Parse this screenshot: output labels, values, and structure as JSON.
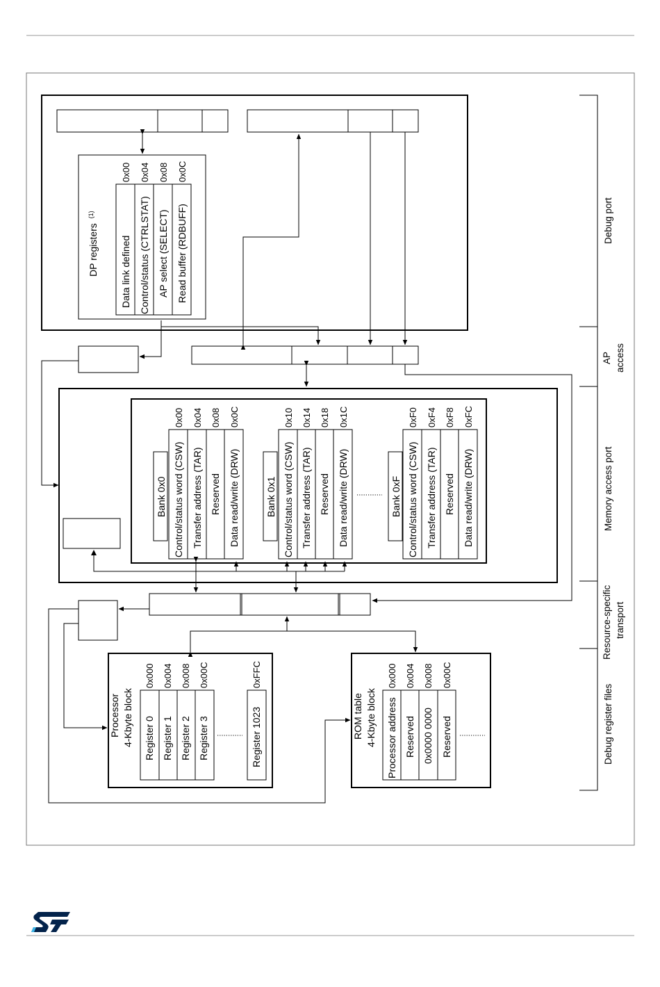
{
  "debug_port": {
    "dp_registers_title": "DP registers",
    "dp_registers_note": "(1)",
    "registers": [
      {
        "label": "Data link defined",
        "offset": "0x00"
      },
      {
        "label": "Control/status (CTRLSTAT)",
        "offset": "0x04"
      },
      {
        "label": "AP select (SELECT)",
        "offset": "0x08"
      },
      {
        "label": "Read buffer (RDBUFF)",
        "offset": "0x0C"
      }
    ]
  },
  "memory_access_port": {
    "banks": [
      {
        "name": "Bank 0x0",
        "registers": [
          {
            "label": "Control/status word (CSW)",
            "offset": "0x00"
          },
          {
            "label": "Transfer address (TAR)",
            "offset": "0x04"
          },
          {
            "label": "Reserved",
            "offset": "0x08"
          },
          {
            "label": "Data read/write (DRW)",
            "offset": "0x0C"
          }
        ]
      },
      {
        "name": "Bank 0x1",
        "registers": [
          {
            "label": "Control/status word (CSW)",
            "offset": "0x10"
          },
          {
            "label": "Transfer address (TAR)",
            "offset": "0x14"
          },
          {
            "label": "Reserved",
            "offset": "0x18"
          },
          {
            "label": "Data read/write (DRW)",
            "offset": "0x1C"
          }
        ]
      },
      {
        "name": "Bank 0xF",
        "registers": [
          {
            "label": "Control/status word (CSW)",
            "offset": "0xF0"
          },
          {
            "label": "Transfer address (TAR)",
            "offset": "0xF4"
          },
          {
            "label": "Reserved",
            "offset": "0xF8"
          },
          {
            "label": "Data read/write (DRW)",
            "offset": "0xFC"
          }
        ]
      }
    ]
  },
  "processor_block": {
    "title_line1": "Processor",
    "title_line2": "4-Kbyte block",
    "registers": [
      {
        "label": "Register 0",
        "offset": "0x000"
      },
      {
        "label": "Register 1",
        "offset": "0x004"
      },
      {
        "label": "Register 2",
        "offset": "0x008"
      },
      {
        "label": "Register 3",
        "offset": "0x00C"
      }
    ],
    "last_register": {
      "label": "Register 1023",
      "offset": "0xFFC"
    }
  },
  "rom_table": {
    "title_line1": "ROM table",
    "title_line2": "4-Kbyte block",
    "entries": [
      {
        "label": "Processor address",
        "offset": "0x000"
      },
      {
        "label": "Reserved",
        "offset": "0x004"
      },
      {
        "label": "0x0000 0000",
        "offset": "0x008"
      },
      {
        "label": "Reserved",
        "offset": "0x00C"
      }
    ]
  },
  "sections": {
    "debug_port": "Debug port",
    "ap_access_line1": "AP",
    "ap_access_line2": "access",
    "memory_access_port": "Memory access port",
    "transport_line1": "Resource-specific",
    "transport_line2": "transport",
    "debug_register_files": "Debug register files"
  },
  "logo": {
    "text": "ST",
    "color": "#03234b"
  }
}
